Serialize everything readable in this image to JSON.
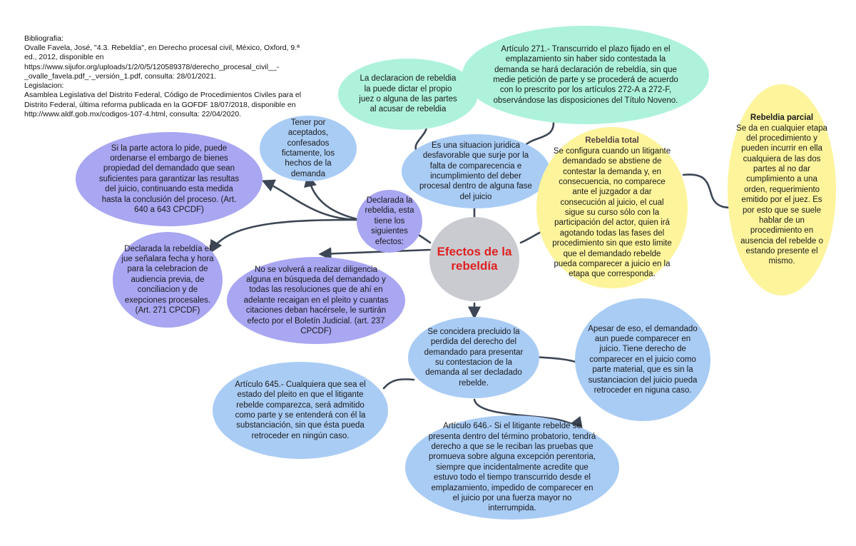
{
  "biblio": {
    "heading1": "Bibliografia:",
    "ref1": "Ovalle Favela, José, \"4.3. Rebeldía\", en Derecho procesal civil, México, Oxford, 9.ª ed., 2012, disponible en https://www.sijufor.org/uploads/1/2/0/5/120589378/derecho_procesal_civil__-_ovalle_favela.pdf_-_versión_1.pdf, consulta: 28/01/2021.",
    "heading2": "Legislacion:",
    "ref2": "Asamblea Legislativa del Distrito Federal, Código de Procedimientos Civiles para el Distrito Federal, última reforma publicada en la GOFDF 18/07/2018, disponible en http://www.aldf.gob.mx/codigos-107-4.html, consulta: 22/04/2020."
  },
  "center": {
    "title": "Efectos de la rebeldía"
  },
  "nodes": {
    "situacion": "Es una situacion juridica desfavorable que surje por la falta de comparecencia e incumplimiento del deber procesal dentro de alguna fase del juicio",
    "declaracion_juez": "La declaracion de rebeldia la puede dictar el propio juez o alguna de las partes al acusar de rebeldia",
    "articulo_271": "Artículo 271.- Transcurrido el plazo fijado en el emplazamiento sin haber sido contestada la demanda se hará declaración de rebeldía, sin que medie petición de parte y se procederá de acuerdo con lo prescrito por los artículos 272-A a 272-F, observándose las disposiciones del Título Noveno.",
    "rebeldia_total_title": "Rebeldia total",
    "rebeldia_total_text": "Se configura cuando un litigante demandado se abstiene de contestar la demanda y, en consecuencia, no comparece ante el juzgador a dar consecución al juicio, el cual sigue su curso sólo con la participación del actor, quien irá agotando todas las fases del procedimiento sin que esto limite que el demandado rebelde pueda comparecer a juicio en la etapa que corresponda.",
    "rebeldia_parcial_title": "Rebeldia parcial",
    "rebeldia_parcial_text": "Se da en cualquier etapa del procedimiento y pueden incurrir en ella cualquiera de las dos partes al no dar cumplimiento a una orden, requerimiento emitido por el juez. Es por esto que se suele hablar de un procedimiento en ausencia del rebelde o estando presente el mismo.",
    "declarada_efectos": "Declarada la rebeldia, esta tiene los siguientes efectos:",
    "tener_aceptados": "Tener por aceptados, confesados fictamente, los hechos de la demanda",
    "embargo": "Si la parte actora lo pide, puede ordenarse el embargo de bienes propiedad del demandado que sean suficientes para garantizar las resultas del juicio, continuando esta medida hasta la conclusión del proceso. (Art. 640 a 643 CPCDF)",
    "fecha_hora": "Declarada la rebeldía el jue señalara fecha y hora para la celebracion de audiencia previa, de conciliacion y de exepciones procesales. (Art. 271 CPCDF)",
    "no_volvera": "No se volverá a realizar diligencia alguna en búsqueda del demandado y todas las resoluciones que de ahí en adelante recaigan en el pleito y cuantas citaciones deban hacérsele, le surtirán efecto por el Boletín Judicial. (art. 237 CPCDF)",
    "precluido": "Se concidera precluido la perdida del derecho del demandado para presentar su contestacion de la demanda al ser decladado rebelde.",
    "apesar": "Apesar de eso, el demandado aun puede comparecer en juicio. Tiene derecho de comparecer en el juicio como parte material, que es sin la sustanciacion del juicio pueda retroceder en niguna caso.",
    "articulo_645": "Artículo 645.- Cualquiera que sea el estado del pleito en que el litigante rebelde comparezca, será admitido como parte y se entenderá con él la substanciación, sin que ésta pueda retroceder en ningún caso.",
    "articulo_646": "Artículo 646.- Si el litigante rebelde se presenta dentro del término probatorio, tendrá derecho a que se le reciban las pruebas que promueva sobre alguna excepción perentoria, siempre que incidentalmente acredite que estuvo todo el tiempo transcurrido desde el emplazamiento, impedido de comparecer en el juicio por una fuerza mayor no interrumpida."
  },
  "colors": {
    "purple": "#a9a6f2",
    "blue": "#a9ccf5",
    "mint": "#aef2dc",
    "yellow": "#fdf49c",
    "gray": "#c9cbd1",
    "title_red": "#e02020",
    "connector": "#3c4654"
  }
}
